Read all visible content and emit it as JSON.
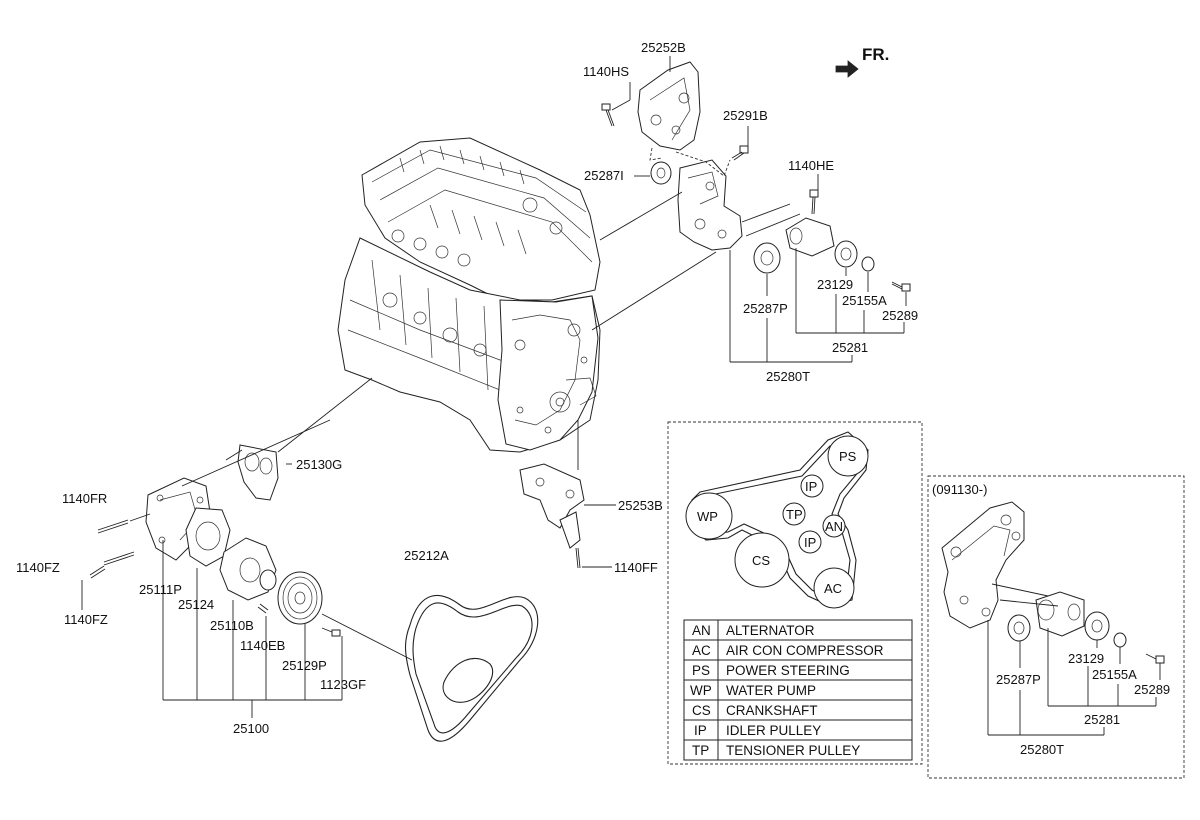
{
  "direction_marker": {
    "label": "FR."
  },
  "part_labels": {
    "p25252B": "25252B",
    "p1140HS": "1140HS",
    "p25291B": "25291B",
    "p1140HE": "1140HE",
    "p25287I": "25287I",
    "p23129": "23129",
    "p25155A": "25155A",
    "p25289": "25289",
    "p25287P": "25287P",
    "p25281": "25281",
    "p25280T": "25280T",
    "p25130G": "25130G",
    "p1140FR": "1140FR",
    "p1140FZ_a": "1140FZ",
    "p1140FZ_b": "1140FZ",
    "p25111P": "25111P",
    "p25124": "25124",
    "p25110B": "25110B",
    "p1140EB": "1140EB",
    "p25129P": "25129P",
    "p1123GF": "1123GF",
    "p25100": "25100",
    "p25212A": "25212A",
    "p25253B": "25253B",
    "p1140FF": "1140FF"
  },
  "belt_diagram": {
    "pulleys": {
      "PS": "PS",
      "IP1": "IP",
      "WP": "WP",
      "TP": "TP",
      "AN": "AN",
      "IP2": "IP",
      "CS": "CS",
      "AC": "AC"
    },
    "legend": [
      {
        "code": "AN",
        "name": "ALTERNATOR"
      },
      {
        "code": "AC",
        "name": "AIR CON COMPRESSOR"
      },
      {
        "code": "PS",
        "name": "POWER STEERING"
      },
      {
        "code": "WP",
        "name": "WATER PUMP"
      },
      {
        "code": "CS",
        "name": "CRANKSHAFT"
      },
      {
        "code": "IP",
        "name": "IDLER PULLEY"
      },
      {
        "code": "TP",
        "name": "TENSIONER PULLEY"
      }
    ]
  },
  "variant_box": {
    "date_code": "(091130-)",
    "labels": {
      "p25287P": "25287P",
      "p23129": "23129",
      "p25155A": "25155A",
      "p25289": "25289",
      "p25281": "25281",
      "p25280T": "25280T"
    }
  }
}
